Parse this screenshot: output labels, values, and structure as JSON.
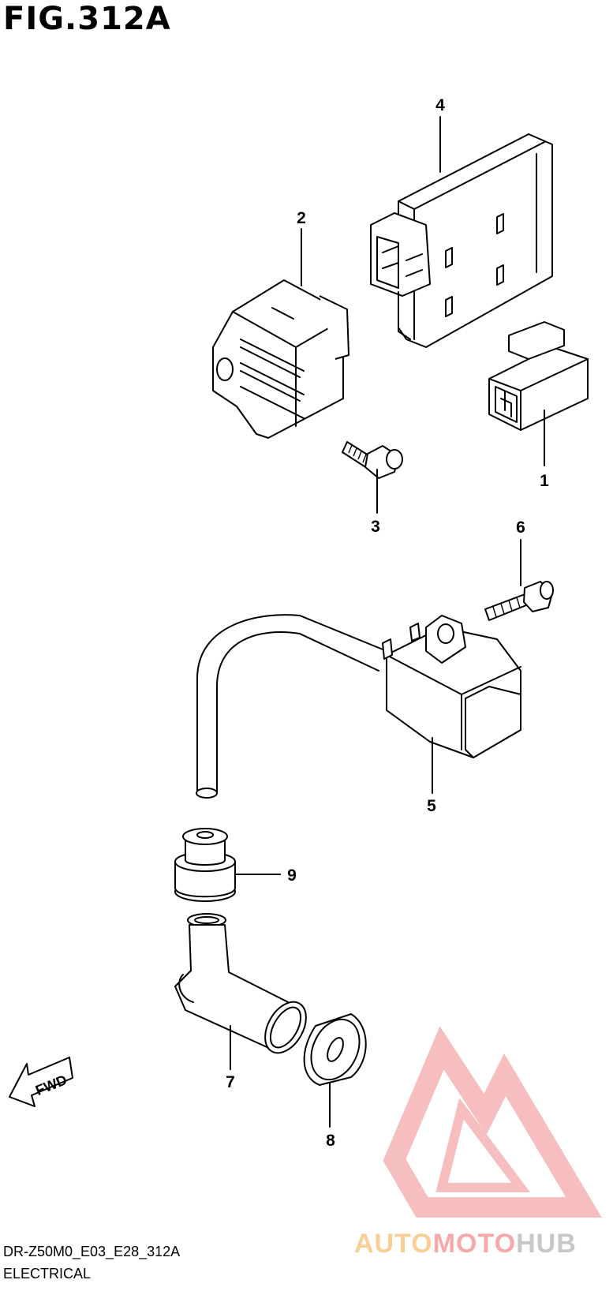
{
  "figure": {
    "title": "FIG.312A",
    "code": "DR-Z50M0_E03_E28_312A",
    "section": "ELECTRICAL"
  },
  "callouts": [
    "1",
    "2",
    "3",
    "4",
    "5",
    "6",
    "7",
    "8",
    "9"
  ],
  "direction_arrow": {
    "label": "FWD",
    "icon": "fwd-arrow-icon"
  },
  "watermark": {
    "text_a": "AUTO",
    "text_b": "MOTO",
    "text_c": "HUB",
    "colors": {
      "auto": "#f9cf95",
      "moto": "#f5a9a9",
      "hub": "#c7c7c7",
      "logo": "#f29c9c"
    }
  }
}
